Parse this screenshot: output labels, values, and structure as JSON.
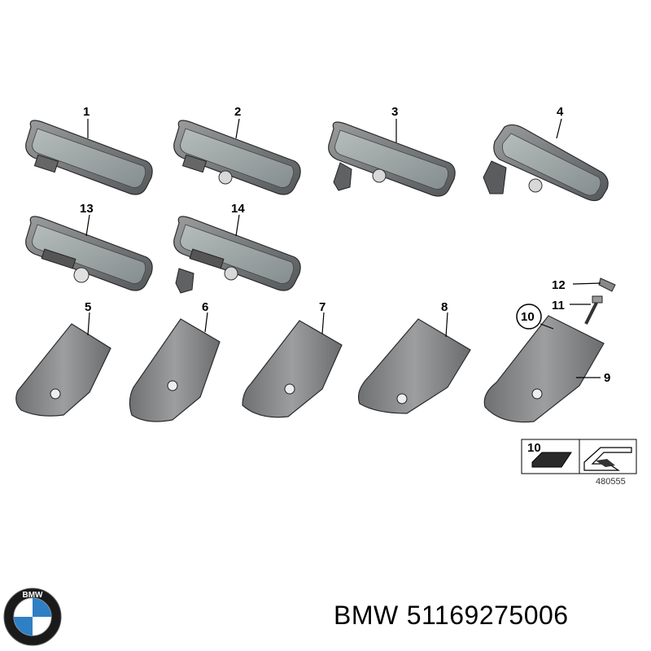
{
  "diagram": {
    "parts": [
      {
        "number": "1",
        "kind": "mirror"
      },
      {
        "number": "2",
        "kind": "mirror"
      },
      {
        "number": "3",
        "kind": "mirror"
      },
      {
        "number": "4",
        "kind": "mirror"
      },
      {
        "number": "13",
        "kind": "mirror"
      },
      {
        "number": "14",
        "kind": "mirror"
      },
      {
        "number": "5",
        "kind": "cover"
      },
      {
        "number": "6",
        "kind": "cover"
      },
      {
        "number": "7",
        "kind": "cover"
      },
      {
        "number": "8",
        "kind": "cover"
      },
      {
        "number": "9",
        "kind": "cover"
      },
      {
        "number": "10",
        "kind": "adhesive-pad"
      },
      {
        "number": "11",
        "kind": "screw"
      },
      {
        "number": "12",
        "kind": "clip"
      }
    ],
    "legend_number": "10",
    "diagram_id": "480555"
  },
  "brand": {
    "logo_text": "BMW",
    "name": "BMW",
    "part_number": "51169275006"
  },
  "colors": {
    "part_fill": "#7a7c7e",
    "glass_fill": "#9aa3a3",
    "outline": "#2b2b2b"
  }
}
